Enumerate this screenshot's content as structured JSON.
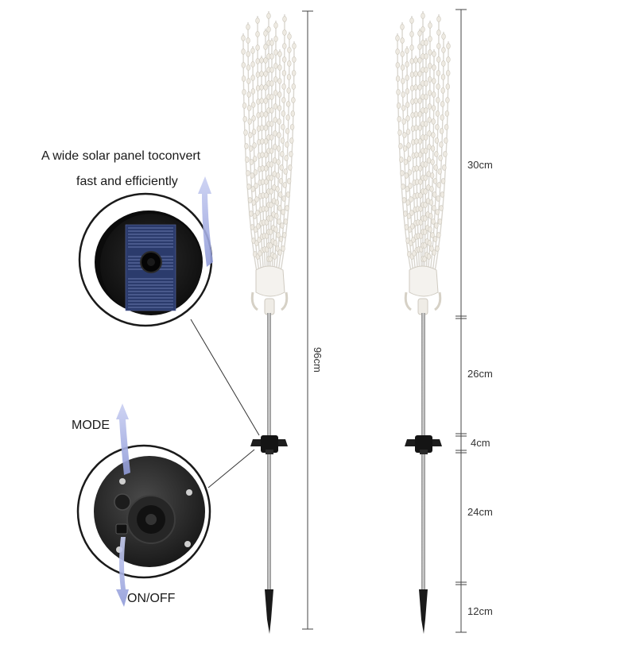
{
  "callouts": {
    "solar_line1": "A wide solar panel toconvert",
    "solar_line2": "fast and efficiently",
    "mode": "MODE",
    "on_off": "ON/OFF"
  },
  "dimensions": {
    "total_height": "96cm",
    "light_head": "30cm",
    "upper_pole": "26cm",
    "stake_hub": "4cm",
    "lower_pole": "24cm",
    "spike": "12cm"
  },
  "colors": {
    "background": "#ffffff",
    "pole": "#a9a9a9",
    "fiber": "#d9d6cf",
    "bead": "#eeeae2",
    "hub": "#1b1b1b",
    "panel_bezel": "#101010",
    "solar_cell": "#2e3f73",
    "arrow": "#9fa9e0",
    "dimension_line": "#444444"
  },
  "icons": {
    "solar_detail": "solar-panel-circle-icon",
    "switch_detail": "switch-base-circle-icon",
    "arrows": "curved-arrow-icon"
  }
}
